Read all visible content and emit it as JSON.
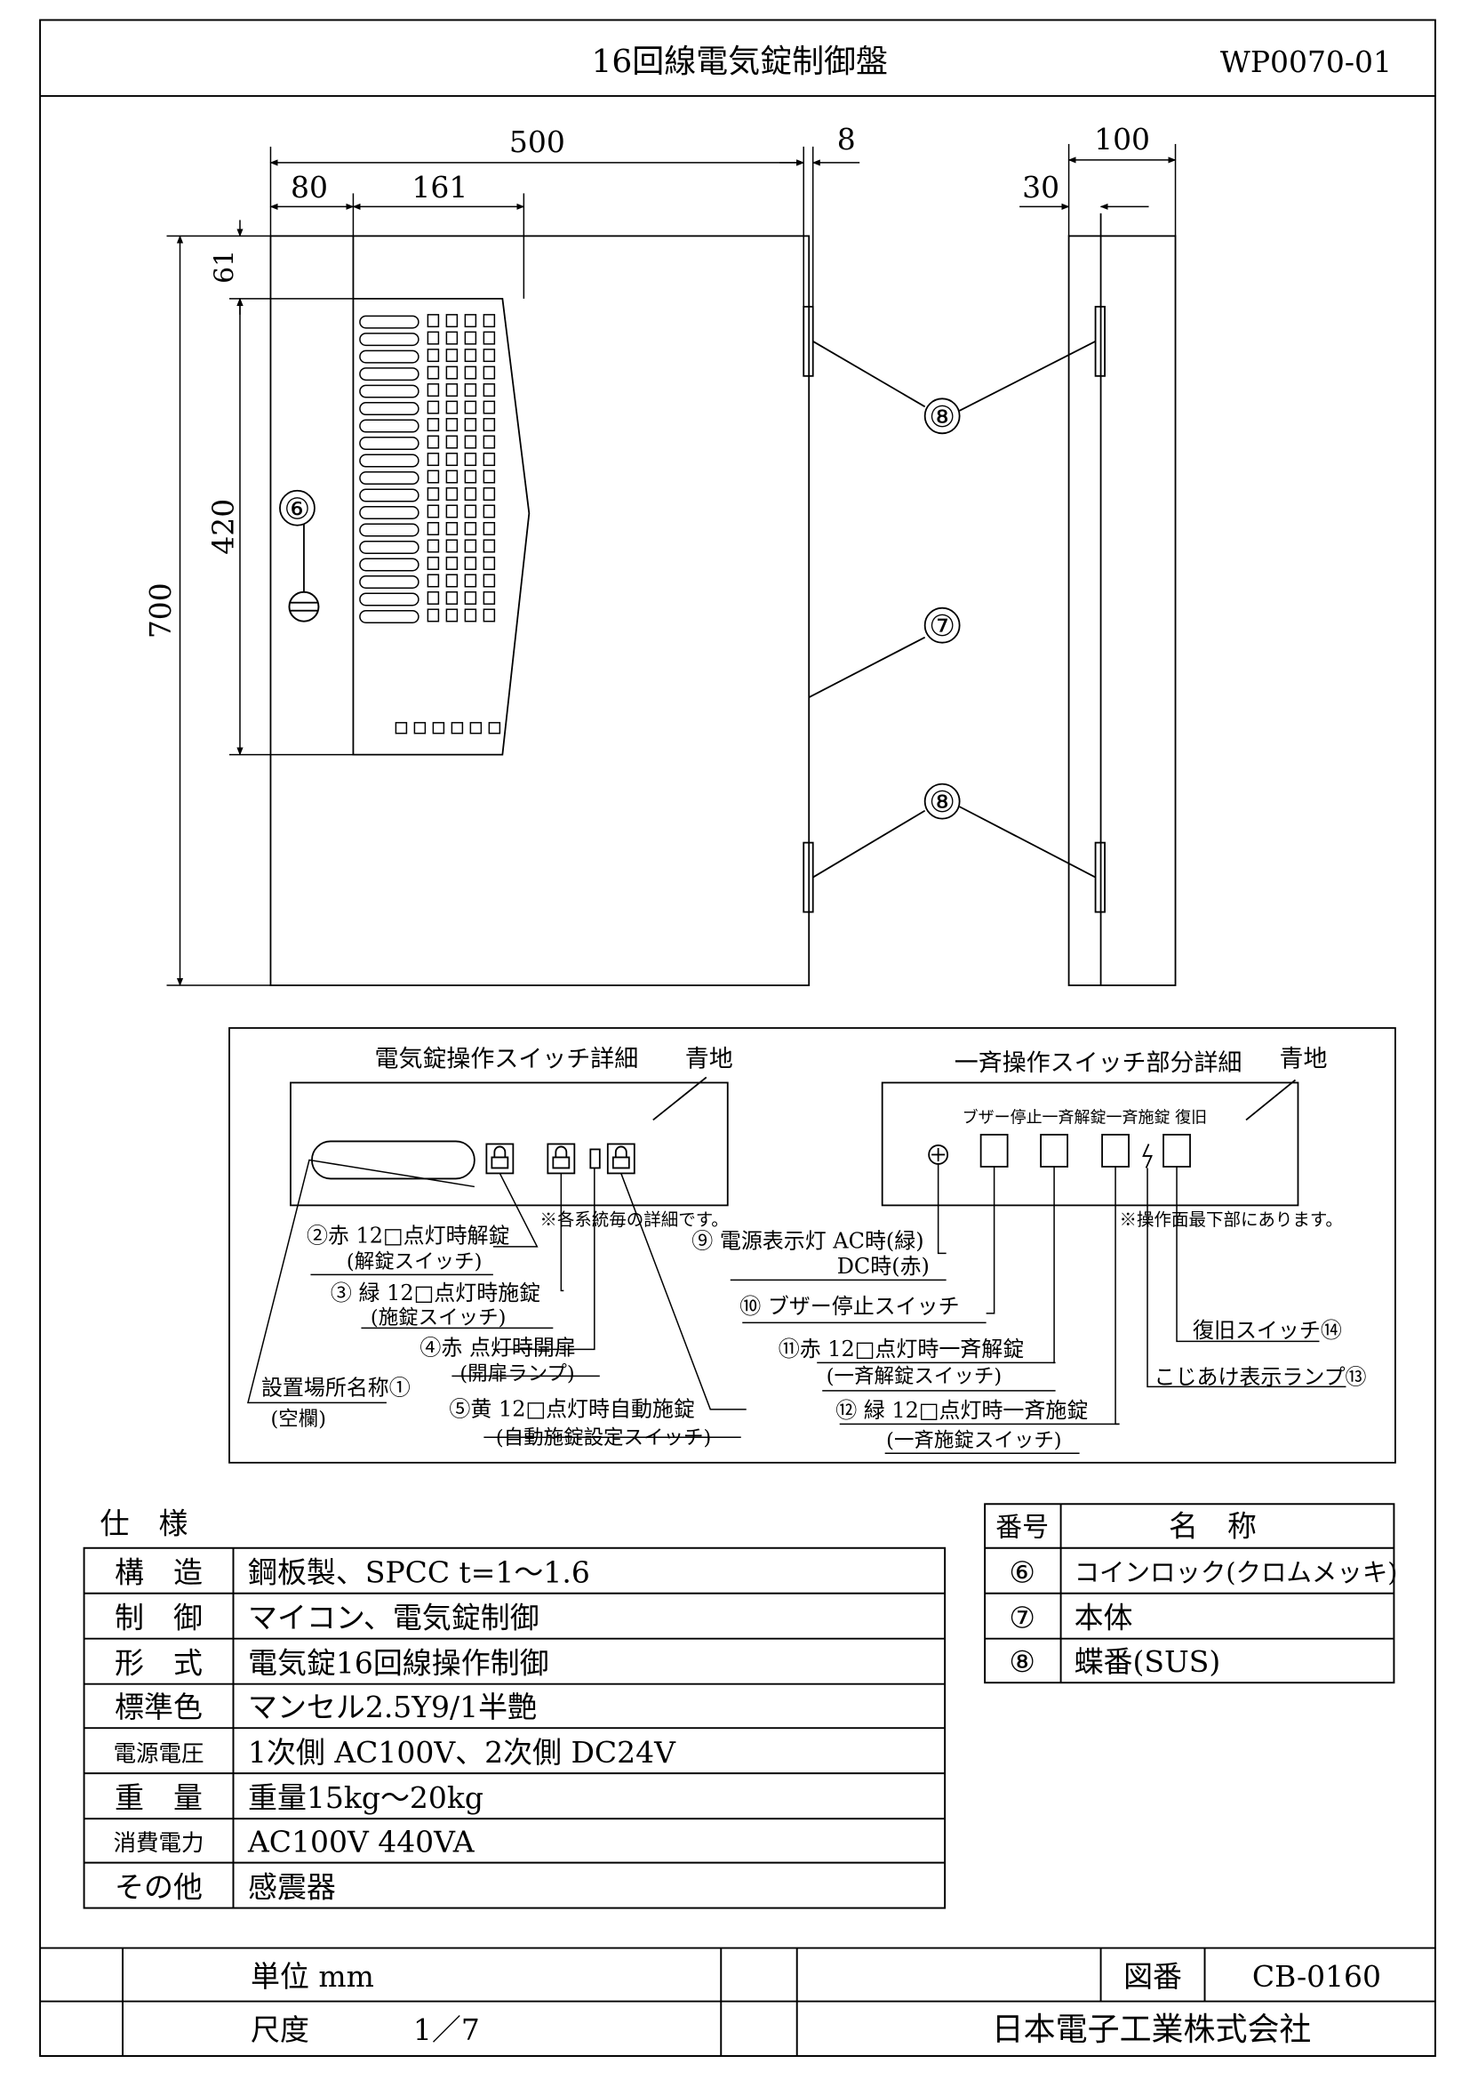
{
  "title_block": {
    "title": "16回線電気錠制御盤",
    "code": "WP0070-01",
    "unit_label": "単位 mm",
    "scale_label": "尺度",
    "scale_value": "1／7",
    "drawing_no_label": "図番",
    "drawing_no": "CB-0160",
    "company": "日本電子工業株式会社"
  },
  "dimensions": {
    "width_total": "500",
    "depth_door": "8",
    "side_depth": "100",
    "side_offset": "30",
    "left_margin": "80",
    "panel_width": "161",
    "top_margin": "61",
    "panel_height": "420",
    "height_total": "700"
  },
  "callouts": {
    "coin_lock": "⑥",
    "body": "⑦",
    "hinge_top": "⑧",
    "hinge_bottom": "⑧"
  },
  "switch_detail": {
    "title": "電気錠操作スイッチ詳細",
    "background": "青地",
    "note": "※各系統毎の詳細です。",
    "labels": [
      {
        "text": "②赤 12□点灯時解錠",
        "sub": "(解錠スイッチ)"
      },
      {
        "text": "③ 緑 12□点灯時施錠",
        "sub": "(施錠スイッチ)"
      },
      {
        "text": "④赤 点灯時開扉",
        "sub": "(開扉ランプ)"
      },
      {
        "text": "⑤黄 12□点灯時自動施錠",
        "sub": "(自動施錠設定スイッチ)"
      },
      {
        "text": "設置場所名称①",
        "sub": "(空欄)"
      }
    ]
  },
  "batch_detail": {
    "title": "一斉操作スイッチ部分詳細",
    "background": "青地",
    "header": "ブザー停止一斉解錠一斉施錠 復旧",
    "note": "※操作面最下部にあります。",
    "labels": [
      {
        "text": "⑨ 電源表示灯  AC時(緑)",
        "sub": "DC時(赤)"
      },
      {
        "text": "⑩ ブザー停止スイッチ",
        "sub": ""
      },
      {
        "text": "⑪赤 12□点灯時一斉解錠",
        "sub": "(一斉解錠スイッチ)"
      },
      {
        "text": "⑫ 緑 12□点灯時一斉施錠",
        "sub": "(一斉施錠スイッチ)"
      },
      {
        "text": "復旧スイッチ⑭",
        "sub": ""
      },
      {
        "text": "こじあけ表示ランプ⑬",
        "sub": ""
      }
    ]
  },
  "spec": {
    "title": "仕　様",
    "rows": [
      {
        "label": "構　造",
        "value": "鋼板製、SPCC t=1～1.6"
      },
      {
        "label": "制　御",
        "value": "マイコン、電気錠制御"
      },
      {
        "label": "形　式",
        "value": "電気錠16回線操作制御"
      },
      {
        "label": "標準色",
        "value": "マンセル2.5Y9/1半艶"
      },
      {
        "label": "電源電圧",
        "value": "1次側 AC100V、2次側 DC24V"
      },
      {
        "label": "重　量",
        "value": "重量15kg～20kg"
      },
      {
        "label": "消費電力",
        "value": "AC100V  440VA"
      },
      {
        "label": "その他",
        "value": "感震器"
      }
    ]
  },
  "parts": {
    "header_no": "番号",
    "header_name": "名　称",
    "rows": [
      {
        "no": "⑥",
        "name": "コインロック(クロムメッキ)"
      },
      {
        "no": "⑦",
        "name": "本体"
      },
      {
        "no": "⑧",
        "name": "蝶番(SUS)"
      }
    ]
  }
}
